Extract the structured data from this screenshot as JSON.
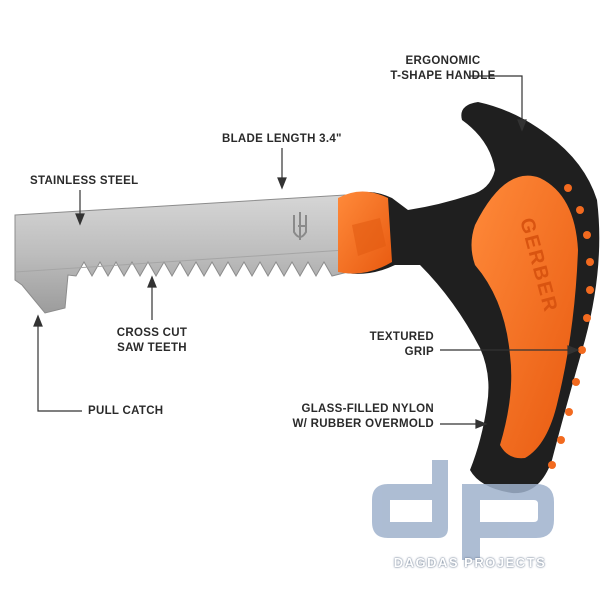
{
  "labels": {
    "ergonomic_line1": "ERGONOMIC",
    "ergonomic_line2": "T-SHAPE HANDLE",
    "blade_length": "BLADE LENGTH 3.4\"",
    "stainless_steel": "STAINLESS STEEL",
    "cross_cut_line1": "CROSS CUT",
    "cross_cut_line2": "SAW TEETH",
    "textured_line1": "TEXTURED",
    "textured_line2": "GRIP",
    "pull_catch": "PULL CATCH",
    "nylon_line1": "GLASS-FILLED NYLON",
    "nylon_line2": "W/ RUBBER OVERMOLD"
  },
  "brand": {
    "handle_text": "GERBER"
  },
  "watermark": {
    "letters": "dp",
    "text": "DAGDAS PROJECTS"
  },
  "colors": {
    "orange": "#f26a1f",
    "handle_black": "#1f1f1f",
    "blade": "#b9b9b9",
    "watermark": "#9fb2cc"
  }
}
